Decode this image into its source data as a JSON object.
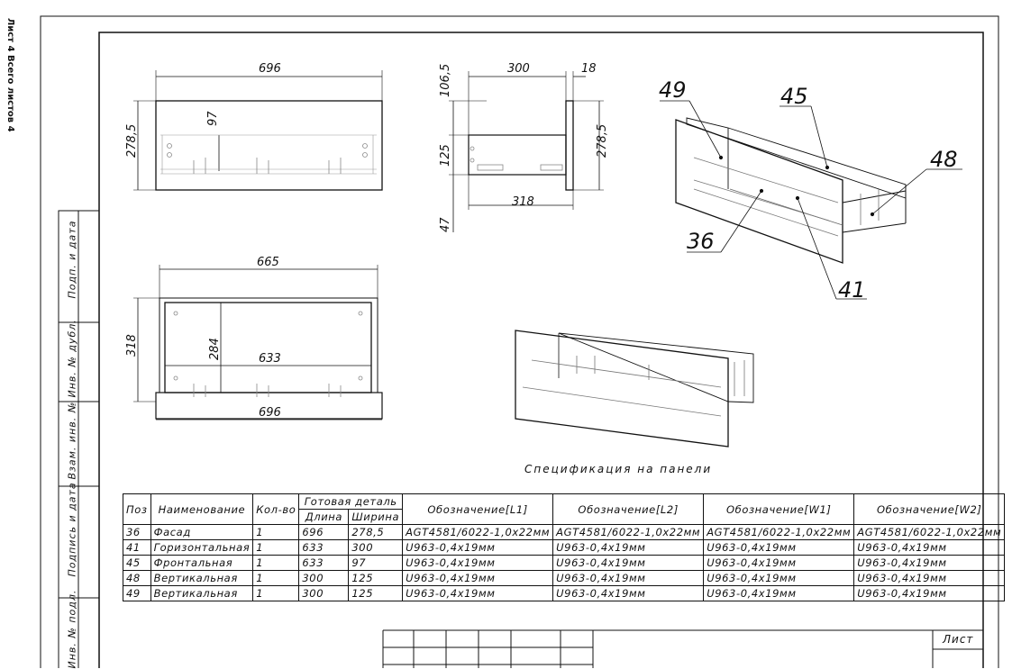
{
  "sheet": {
    "caption": "Лист 4 Всего листов 4",
    "list_label": "Лист"
  },
  "stamp": {
    "labels": [
      "Подп. и дата",
      "Инв. № дубл.",
      "Взам. инв. №",
      "Подпись и дата",
      "Инв. № подл."
    ]
  },
  "views": {
    "top": {
      "width": "696",
      "height": "278,5",
      "inner": "97"
    },
    "side": {
      "top_offset": "106,5",
      "depth": "300",
      "thick": "18",
      "mid": "125",
      "bottom": "47",
      "base": "318",
      "height": "278,5"
    },
    "front": {
      "outer": "665",
      "height": "318",
      "inner_h": "284",
      "inner_w": "633",
      "base": "696"
    },
    "iso_labels": [
      "49",
      "45",
      "48",
      "36",
      "41"
    ]
  },
  "spec": {
    "title": "Спецификация на панели",
    "headers": {
      "pos": "Поз",
      "name": "Наименование",
      "qty": "Кол-во",
      "finished": "Готовая деталь",
      "length": "Длина",
      "width": "Ширина",
      "l1": "Обозначение[L1]",
      "l2": "Обозначение[L2]",
      "w1": "Обозначение[W1]",
      "w2": "Обозначение[W2]"
    },
    "rows": [
      [
        "36",
        "Фасад",
        "1",
        "696",
        "278,5",
        "AGT4581/6022-1,0x22мм",
        "AGT4581/6022-1,0x22мм",
        "AGT4581/6022-1,0x22мм",
        "AGT4581/6022-1,0x22мм"
      ],
      [
        "41",
        "Горизонтальная",
        "1",
        "633",
        "300",
        "U963-0,4x19мм",
        "U963-0,4x19мм",
        "U963-0,4x19мм",
        "U963-0,4x19мм"
      ],
      [
        "45",
        "Фронтальная",
        "1",
        "633",
        "97",
        "U963-0,4x19мм",
        "U963-0,4x19мм",
        "U963-0,4x19мм",
        "U963-0,4x19мм"
      ],
      [
        "48",
        "Вертикальная",
        "1",
        "300",
        "125",
        "U963-0,4x19мм",
        "U963-0,4x19мм",
        "U963-0,4x19мм",
        "U963-0,4x19мм"
      ],
      [
        "49",
        "Вертикальная",
        "1",
        "300",
        "125",
        "U963-0,4x19мм",
        "U963-0,4x19мм",
        "U963-0,4x19мм",
        "U963-0,4x19мм"
      ]
    ]
  }
}
